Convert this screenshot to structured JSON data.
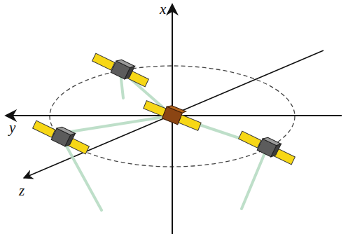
{
  "diagram": {
    "labels": [
      "x",
      "y",
      "z"
    ]
  }
}
